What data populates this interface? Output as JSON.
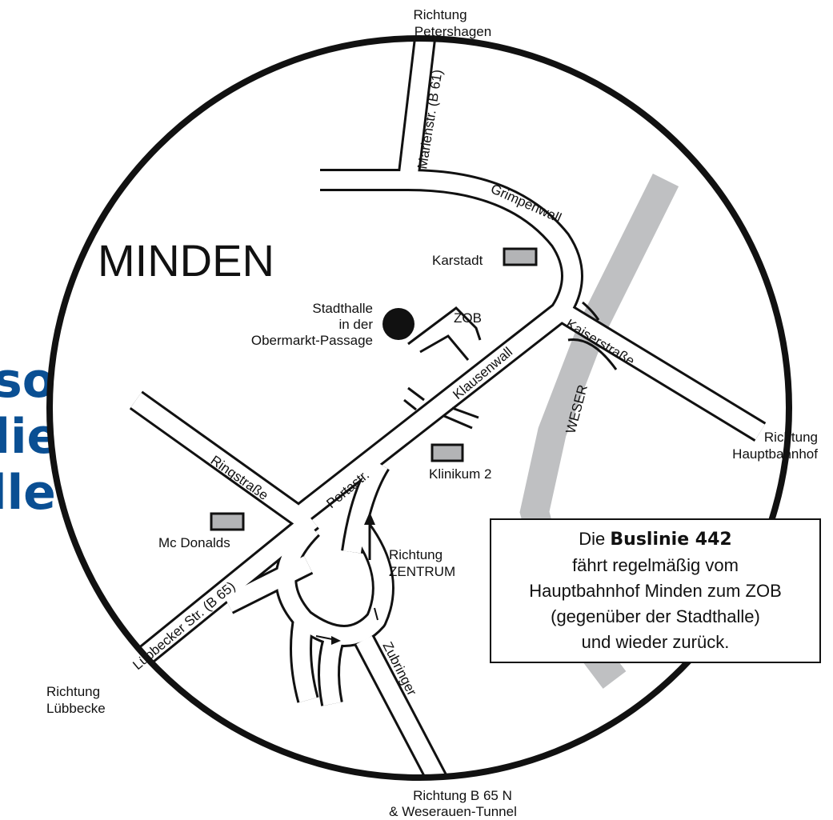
{
  "map": {
    "city": "MINDEN",
    "side_text": [
      "so",
      "die",
      "lle"
    ],
    "colors": {
      "road": "#111111",
      "river": "#bfc0c2",
      "building": "#b3b4b6",
      "accent": "#0a4f93"
    },
    "streets": {
      "marienstr": "Marienstr. (B 61)",
      "grimpenwall": "Grimpenwall",
      "kaiserstrasse": "Kaiserstraße",
      "klausenwall": "Klausenwall",
      "ringstrasse": "Ringstraße",
      "portastr": "Portastr.",
      "luebbecker": "Lübbecker Str. (B 65)",
      "zubringer": "Zubringer",
      "weser": "WESER"
    },
    "places": {
      "karstadt": "Karstadt",
      "zob": "ZOB",
      "stadthalle": [
        "Stadthalle",
        "in der",
        "Obermarkt-Passage"
      ],
      "klinikum": "Klinikum 2",
      "mcdonalds": "Mc Donalds"
    },
    "directions": {
      "petershagen": [
        "Richtung",
        "Petershagen"
      ],
      "hauptbahnhof": [
        "Richtung",
        "Hauptbahnhof"
      ],
      "zentrum": [
        "Richtung",
        "ZENTRUM"
      ],
      "luebbecke": [
        "Richtung",
        "Lübbecke"
      ],
      "b65n": [
        "Richtung  B 65 N",
        "& Weserauen-Tunnel"
      ]
    },
    "info": {
      "pre": "Die ",
      "bold": "Buslinie 442",
      "lines": [
        "fährt regelmäßig vom",
        "Hauptbahnhof Minden zum ZOB",
        "(gegenüber der Stadthalle)",
        "und wieder zurück."
      ]
    }
  }
}
